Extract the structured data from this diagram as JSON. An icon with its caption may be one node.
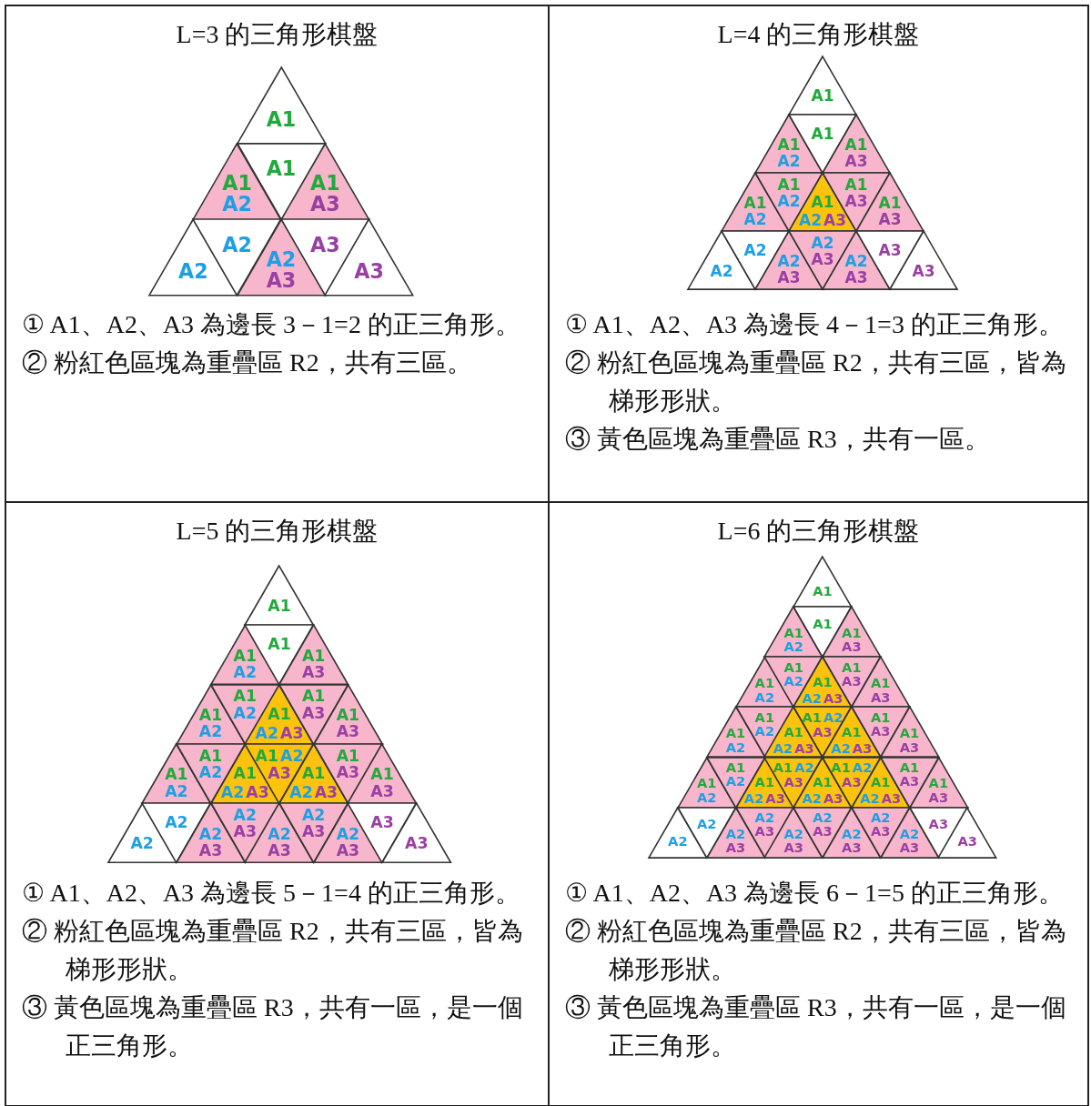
{
  "diagram": {
    "nodes": [
      {
        "text": [
          "L=3 的三角形棋盤",
          "① A1、A2、A3 為邊長 3－1=2 的正三角形。",
          "② 粉紅色區塊為重疊區 R2，共有三區。"
        ]
      },
      {
        "text": [
          "L=4 的三角形棋盤",
          "① A1、A2、A3 為邊長 4－1=3 的正三角形。",
          "② 粉紅色區塊為重疊區 R2，共有三區，皆為梯形形狀。",
          "③ 黃色區塊為重疊區 R3，共有一區。"
        ]
      },
      {
        "text": [
          "L=5 的三角形棋盤",
          "① A1、A2、A3 為邊長 5－1=4 的正三角形。",
          "② 粉紅色區塊為重疊區 R2，共有三區，皆為梯形形狀。",
          "③ 黃色區塊為重疊區 R3，共有一區，是一個正三角形。"
        ]
      },
      {
        "text": [
          "L=6 的三角形棋盤",
          "① A1、A2、A3 為邊長 6－1=5 的正三角形。",
          "② 粉紅色區塊為重疊區 R2，共有三區，皆為梯形形狀。",
          "③ 黃色區塊為重疊區 R3，共有一區，是一個正三角形。"
        ]
      },
      {
        "text": [
          "A1"
        ],
        "in": 0
      },
      {
        "text": [
          "A1",
          "A2"
        ],
        "in": 0
      },
      {
        "text": [
          "A1"
        ],
        "in": 0
      },
      {
        "text": [
          "A1",
          "A3"
        ],
        "in": 0
      },
      {
        "text": [
          "A2"
        ],
        "in": 0
      },
      {
        "text": [
          "A2"
        ],
        "in": 0
      },
      {
        "text": [
          "A2",
          "A3"
        ],
        "in": 0
      },
      {
        "text": [
          "A3"
        ],
        "in": 0
      },
      {
        "text": [
          "A3"
        ],
        "in": 0
      },
      {
        "text": [
          "A1"
        ],
        "in": 1
      },
      {
        "text": [
          "A1",
          "A2"
        ],
        "in": 1
      },
      {
        "text": [
          "A1"
        ],
        "in": 1
      },
      {
        "text": [
          "A1",
          "A3"
        ],
        "in": 1
      },
      {
        "text": [
          "A1",
          "A2"
        ],
        "in": 1
      },
      {
        "text": [
          "A1",
          "A2"
        ],
        "in": 1
      },
      {
        "text": [
          "A1",
          "A2",
          "A3"
        ],
        "in": 1
      },
      {
        "text": [
          "A1",
          "A3"
        ],
        "in": 1
      },
      {
        "text": [
          "A1",
          "A3"
        ],
        "in": 1
      },
      {
        "text": [
          "A2"
        ],
        "in": 1
      },
      {
        "text": [
          "A2"
        ],
        "in": 1
      },
      {
        "text": [
          "A2",
          "A3"
        ],
        "in": 1
      },
      {
        "text": [
          "A2",
          "A3"
        ],
        "in": 1
      },
      {
        "text": [
          "A2",
          "A3"
        ],
        "in": 1
      },
      {
        "text": [
          "A3"
        ],
        "in": 1
      },
      {
        "text": [
          "A3"
        ],
        "in": 1
      },
      {
        "text": [
          "A1"
        ],
        "in": 2
      },
      {
        "text": [
          "A1",
          "A2"
        ],
        "in": 2
      },
      {
        "text": [
          "A1"
        ],
        "in": 2
      },
      {
        "text": [
          "A1",
          "A3"
        ],
        "in": 2
      },
      {
        "text": [
          "A1",
          "A2"
        ],
        "in": 2
      },
      {
        "text": [
          "A1",
          "A2"
        ],
        "in": 2
      },
      {
        "text": [
          "A1",
          "A2",
          "A3"
        ],
        "in": 2
      },
      {
        "text": [
          "A1",
          "A3"
        ],
        "in": 2
      },
      {
        "text": [
          "A1",
          "A3"
        ],
        "in": 2
      },
      {
        "text": [
          "A1",
          "A2"
        ],
        "in": 2
      },
      {
        "text": [
          "A1",
          "A2"
        ],
        "in": 2
      },
      {
        "text": [
          "A1",
          "A2",
          "A3"
        ],
        "in": 2
      },
      {
        "text": [
          "A1",
          "A2",
          "A3"
        ],
        "in": 2
      },
      {
        "text": [
          "A1",
          "A2",
          "A3"
        ],
        "in": 2
      },
      {
        "text": [
          "A1",
          "A3"
        ],
        "in": 2
      },
      {
        "text": [
          "A1",
          "A3"
        ],
        "in": 2
      },
      {
        "text": [
          "A2"
        ],
        "in": 2
      },
      {
        "text": [
          "A2"
        ],
        "in": 2
      },
      {
        "text": [
          "A2",
          "A3"
        ],
        "in": 2
      },
      {
        "text": [
          "A2",
          "A3"
        ],
        "in": 2
      },
      {
        "text": [
          "A2",
          "A3"
        ],
        "in": 2
      },
      {
        "text": [
          "A2",
          "A3"
        ],
        "in": 2
      },
      {
        "text": [
          "A2",
          "A3"
        ],
        "in": 2
      },
      {
        "text": [
          "A3"
        ],
        "in": 2
      },
      {
        "text": [
          "A3"
        ],
        "in": 2
      },
      {
        "text": [
          "A1"
        ],
        "in": 3
      },
      {
        "text": [
          "A1",
          "A2"
        ],
        "in": 3
      },
      {
        "text": [
          "A1"
        ],
        "in": 3
      },
      {
        "text": [
          "A1",
          "A3"
        ],
        "in": 3
      },
      {
        "text": [
          "A1",
          "A2"
        ],
        "in": 3
      },
      {
        "text": [
          "A1",
          "A2"
        ],
        "in": 3
      },
      {
        "text": [
          "A1",
          "A2",
          "A3"
        ],
        "in": 3
      },
      {
        "text": [
          "A1",
          "A3"
        ],
        "in": 3
      },
      {
        "text": [
          "A1",
          "A3"
        ],
        "in": 3
      },
      {
        "text": [
          "A1",
          "A2"
        ],
        "in": 3
      },
      {
        "text": [
          "A1",
          "A2"
        ],
        "in": 3
      },
      {
        "text": [
          "A1",
          "A2",
          "A3"
        ],
        "in": 3
      },
      {
        "text": [
          "A1",
          "A2",
          "A3"
        ],
        "in": 3
      },
      {
        "text": [
          "A1",
          "A2",
          "A3"
        ],
        "in": 3
      },
      {
        "text": [
          "A1",
          "A3"
        ],
        "in": 3
      },
      {
        "text": [
          "A1",
          "A3"
        ],
        "in": 3
      },
      {
        "text": [
          "A1",
          "A2"
        ],
        "in": 3
      },
      {
        "text": [
          "A1",
          "A2"
        ],
        "in": 3
      },
      {
        "text": [
          "A1",
          "A2",
          "A3"
        ],
        "in": 3
      },
      {
        "text": [
          "A1",
          "A2",
          "A3"
        ],
        "in": 3
      },
      {
        "text": [
          "A1",
          "A2",
          "A3"
        ],
        "in": 3
      },
      {
        "text": [
          "A1",
          "A2",
          "A3"
        ],
        "in": 3
      },
      {
        "text": [
          "A1",
          "A2",
          "A3"
        ],
        "in": 3
      },
      {
        "text": [
          "A1",
          "A3"
        ],
        "in": 3
      },
      {
        "text": [
          "A1",
          "A3"
        ],
        "in": 3
      },
      {
        "text": [
          "A2"
        ],
        "in": 3
      },
      {
        "text": [
          "A2"
        ],
        "in": 3
      },
      {
        "text": [
          "A2",
          "A3"
        ],
        "in": 3
      },
      {
        "text": [
          "A2",
          "A3"
        ],
        "in": 3
      },
      {
        "text": [
          "A2",
          "A3"
        ],
        "in": 3
      },
      {
        "text": [
          "A2",
          "A3"
        ],
        "in": 3
      },
      {
        "text": [
          "A2",
          "A3"
        ],
        "in": 3
      },
      {
        "text": [
          "A2",
          "A3"
        ],
        "in": 3
      },
      {
        "text": [
          "A2",
          "A3"
        ],
        "in": 3
      },
      {
        "text": [
          "A3"
        ],
        "in": 3
      },
      {
        "text": [
          "A3"
        ],
        "in": 3
      }
    ]
  }
}
